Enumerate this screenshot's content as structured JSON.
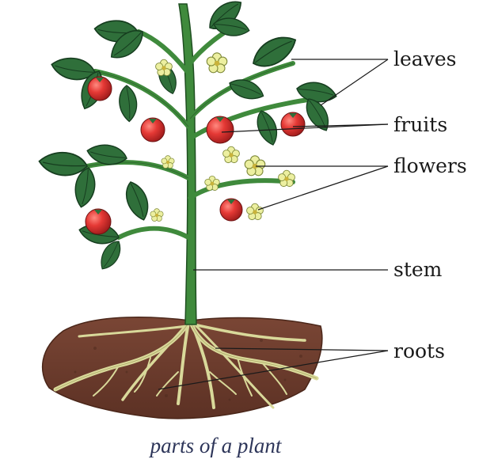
{
  "labels": {
    "leaves": "leaves",
    "fruits": "fruits",
    "flowers": "flowers",
    "stem": "stem",
    "roots": "roots"
  },
  "caption": "parts of a plant",
  "colors": {
    "soil": "#6a3b2c",
    "stem": "#3f8a3c",
    "leaf": "#2f6f3a",
    "fruit": "#d42a2e",
    "flower": "#e6e98a",
    "root": "#d9d99a"
  }
}
